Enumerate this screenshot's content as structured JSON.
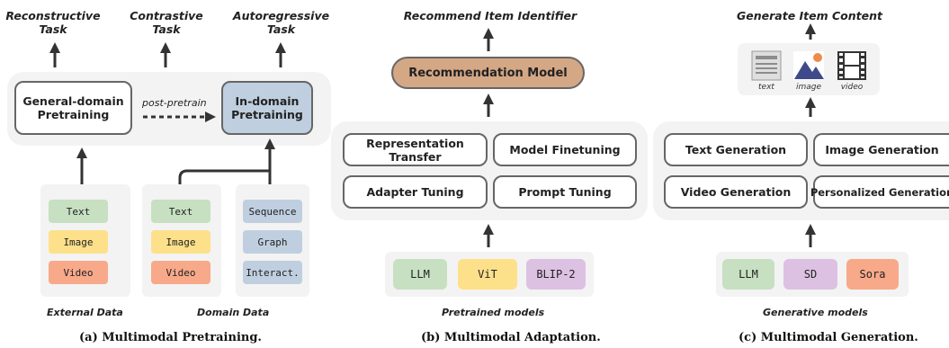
{
  "panel_a": {
    "tasks": [
      "Reconstructive\nTask",
      "Contrastive\nTask",
      "Autoregressive\nTask"
    ],
    "general_box": "General-domain\nPretraining",
    "indomain_box": "In-domain\nPretraining",
    "arrow_label": "post-pretrain",
    "external_items": [
      "Text",
      "Image",
      "Video"
    ],
    "domain_items_left": [
      "Text",
      "Image",
      "Video"
    ],
    "domain_items_right": [
      "Sequence",
      "Graph",
      "Interact."
    ],
    "external_label": "External Data",
    "domain_label": "Domain Data",
    "caption": "(a) Multimodal Pretraining."
  },
  "panel_b": {
    "top_label": "Recommend Item Identifier",
    "model_box": "Recommendation Model",
    "methods": [
      "Representation Transfer",
      "Model Finetuning",
      "Adapter Tuning",
      "Prompt Tuning"
    ],
    "models": [
      "LLM",
      "ViT",
      "BLIP-2"
    ],
    "models_label": "Pretrained models",
    "caption": "(b) Multimodal Adaptation."
  },
  "panel_c": {
    "top_label": "Generate Item Content",
    "content_items": [
      "text",
      "image",
      "video"
    ],
    "generations": [
      "Text Generation",
      "Image Generation",
      "Video Generation",
      "Personalized Generation"
    ],
    "models": [
      "LLM",
      "SD",
      "Sora"
    ],
    "models_label": "Generative models",
    "caption": "(c) Multimodal Generation."
  },
  "colors": {
    "text_green": "#c6e0c1",
    "image_yellow": "#fde08a",
    "video_orange": "#f8a98a",
    "domain_blue": "#bfcfdf",
    "blip_purple": "#dcc1e2",
    "model_brown": "#d4a785"
  }
}
